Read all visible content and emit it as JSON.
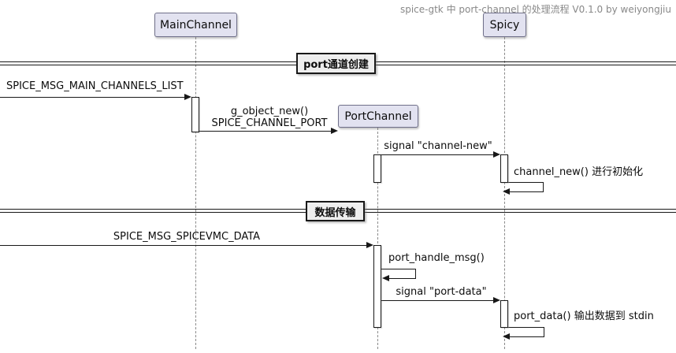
{
  "title": "spice-gtk 中 port-channel 的处理流程 V0.1.0 by weiyongjiu",
  "participants": {
    "main_channel": {
      "label": "MainChannel"
    },
    "spicy": {
      "label": "Spicy"
    },
    "port_channel": {
      "label": "PortChannel"
    }
  },
  "dividers": {
    "create": {
      "label": "port通道创建"
    },
    "transfer": {
      "label": "数据传输"
    }
  },
  "messages": {
    "main_channels_list": "SPICE_MSG_MAIN_CHANNELS_LIST",
    "g_object_new": "g_object_new()",
    "spice_channel_port": "SPICE_CHANNEL_PORT",
    "signal_channel_new": "signal \"channel-new\"",
    "channel_new_init": "channel_new() 进行初始化",
    "spicevmc_data": "SPICE_MSG_SPICEVMC_DATA",
    "port_handle_msg": "port_handle_msg()",
    "signal_port_data": "signal \"port-data\"",
    "port_data_stdin": "port_data() 输出数据到 stdin"
  },
  "colors": {
    "background": "#FFFFFF",
    "participant_fill": "#E2E2F0",
    "divider_fill": "#EEEEEE",
    "line": "#181818",
    "title_text": "#888888"
  }
}
